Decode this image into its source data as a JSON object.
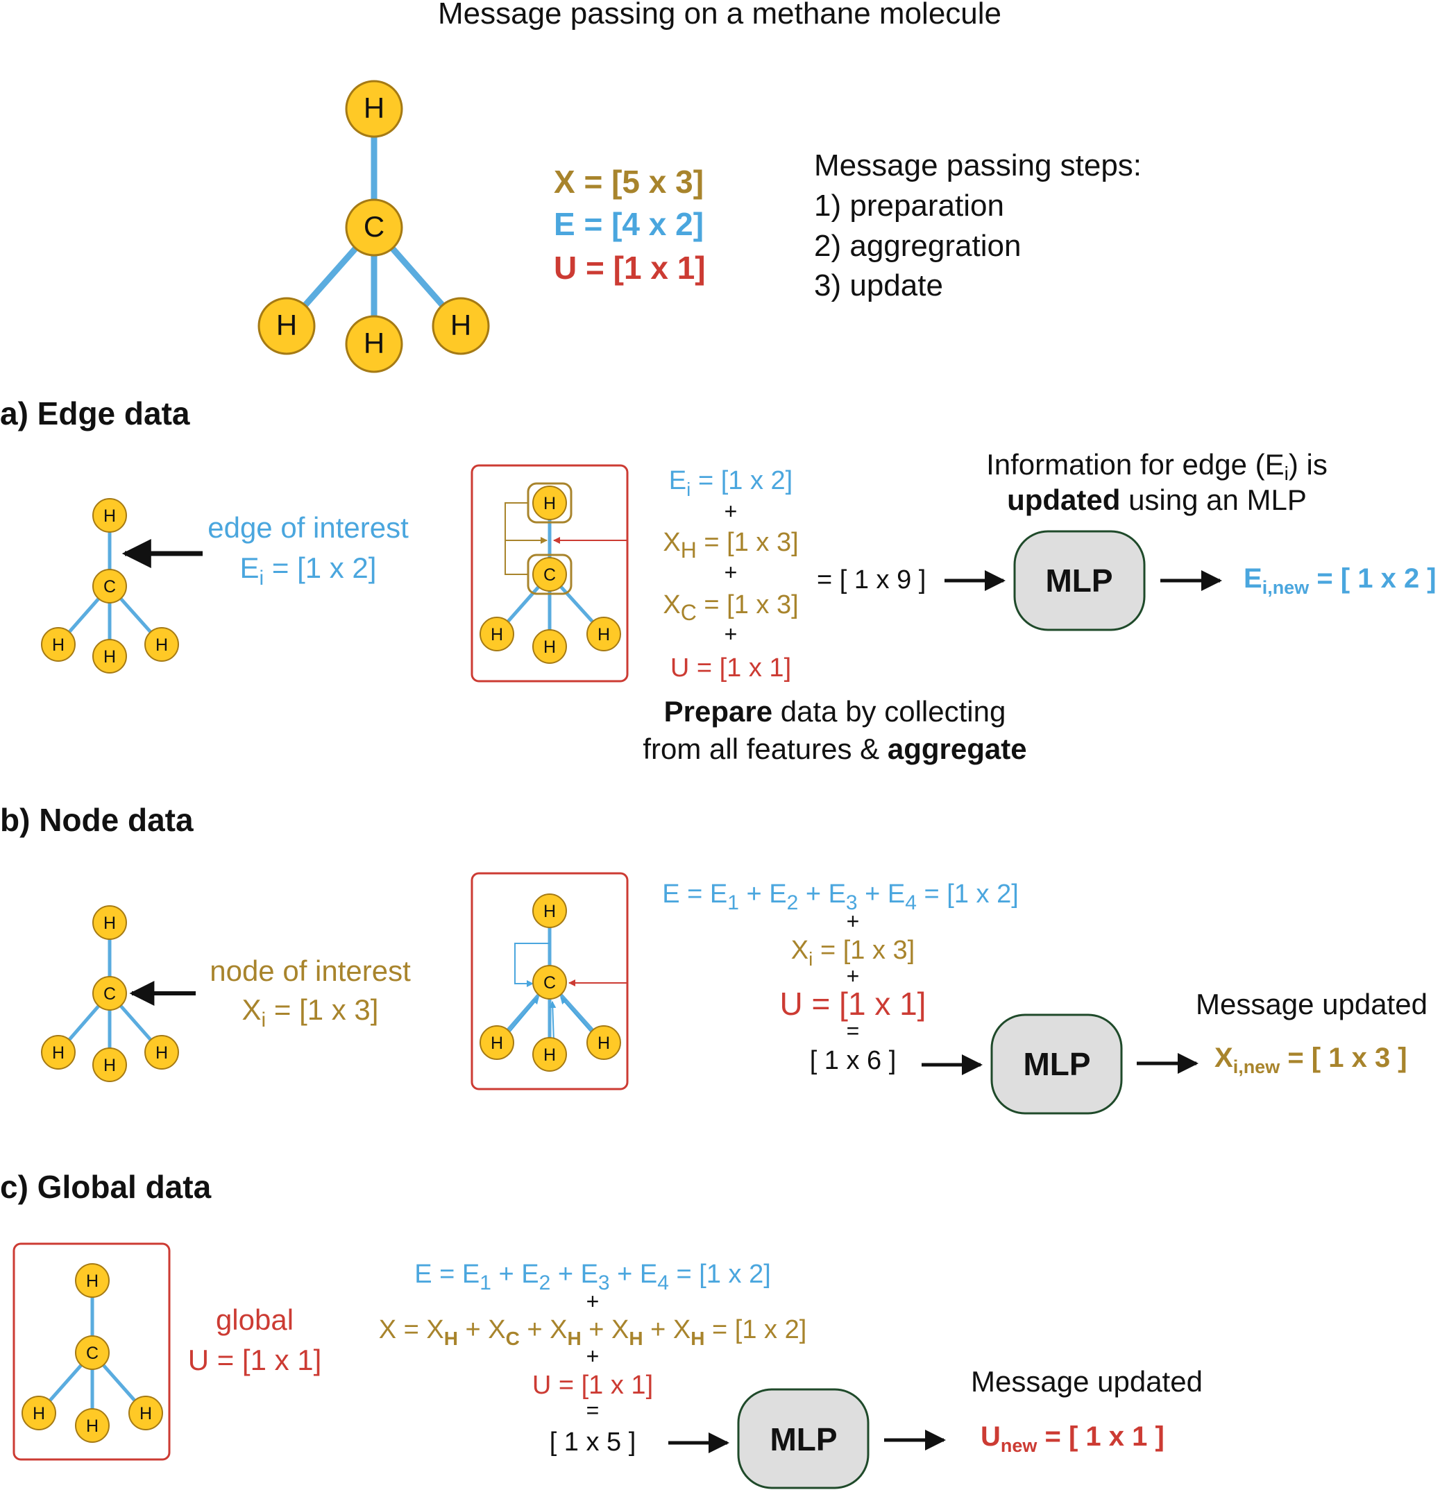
{
  "title": "Message passing on a methane molecule",
  "atom_labels": {
    "h": "H",
    "c": "C"
  },
  "matrices": {
    "x": "X = [5 x 3]",
    "e": "E = [4 x 2]",
    "u": "U = [1 x 1]"
  },
  "steps": {
    "heading": "Message passing steps:",
    "items": [
      "1) preparation",
      "2) aggregration",
      "3) update"
    ]
  },
  "section_a": {
    "heading": "a) Edge data",
    "interest_label": "edge of interest",
    "interest_sym": "E",
    "interest_sub": "i",
    "interest_val": " = [1 x 2]",
    "eq": {
      "e_sym": "E",
      "e_sub": "i",
      "e_val": " = [1 x 2]",
      "plus": "+",
      "xh_sym": "X",
      "xh_sub": "H",
      "xh_val": " = [1 x 3]",
      "xc_sym": "X",
      "xc_sub": "C",
      "xc_val": " = [1 x 3]",
      "u": "U = [1 x 1]"
    },
    "sum": "= [ 1 x 9 ]",
    "mlp": "MLP",
    "info_line1_pre": "Information for edge (E",
    "info_line1_sub": "i",
    "info_line1_post": ") is",
    "info_line2_bold": "updated",
    "info_line2_rest": " using an MLP",
    "prepare_line1_bold": "Prepare",
    "prepare_line1_rest": " data by collecting",
    "prepare_line2_rest": "from all features & ",
    "prepare_line2_bold": "aggregate",
    "result_sym": "E",
    "result_sub": "i,new",
    "result_val": " = [ 1 x 2 ]"
  },
  "section_b": {
    "heading": "b) Node data",
    "interest_label": "node of interest",
    "interest_sym": "X",
    "interest_sub": "i",
    "interest_val": " = [1 x 3]",
    "eq": {
      "e_parts": [
        "E = E",
        "1",
        " + E",
        "2",
        " + E",
        "3",
        " + E",
        "4",
        " = [1 x 2]"
      ],
      "plus": "+",
      "x_sym": "X",
      "x_sub": "i",
      "x_val": " = [1 x 3]",
      "u": "U = [1 x 1]",
      "equals": "="
    },
    "sum": "[ 1 x 6 ]",
    "mlp": "MLP",
    "updated_label": "Message updated",
    "result_sym": "X",
    "result_sub": "i,new",
    "result_val": " = [ 1 x 3 ]"
  },
  "section_c": {
    "heading": "c) Global data",
    "global_label": "global",
    "global_val": "U = [1 x 1]",
    "eq": {
      "e_parts": [
        "E = E",
        "1",
        " + E",
        "2",
        " + E",
        "3",
        " + E",
        "4",
        " = [1 x 2]"
      ],
      "plus": "+",
      "x_parts": [
        "X = X",
        "H",
        " + X",
        "C",
        " + X",
        "H",
        " + X",
        "H",
        " + X",
        "H",
        " = [1 x 2]"
      ],
      "u": "U = [1 x 1]",
      "equals": "="
    },
    "sum": "[ 1 x 5 ]",
    "mlp": "MLP",
    "updated_label": "Message updated",
    "result_sym": "U",
    "result_sub": "new",
    "result_val": " = [ 1 x 1 ]"
  },
  "colors": {
    "atom_fill": "#FFC926",
    "atom_stroke": "#A57A14",
    "bond": "#5AACDF",
    "gold_text": "#A8842C",
    "blue_text": "#4AA6DE",
    "red_text": "#CC3B33",
    "frame": "#CC3B33",
    "mlp_fill": "#DEDEDE",
    "mlp_stroke": "#1F4A2A"
  }
}
